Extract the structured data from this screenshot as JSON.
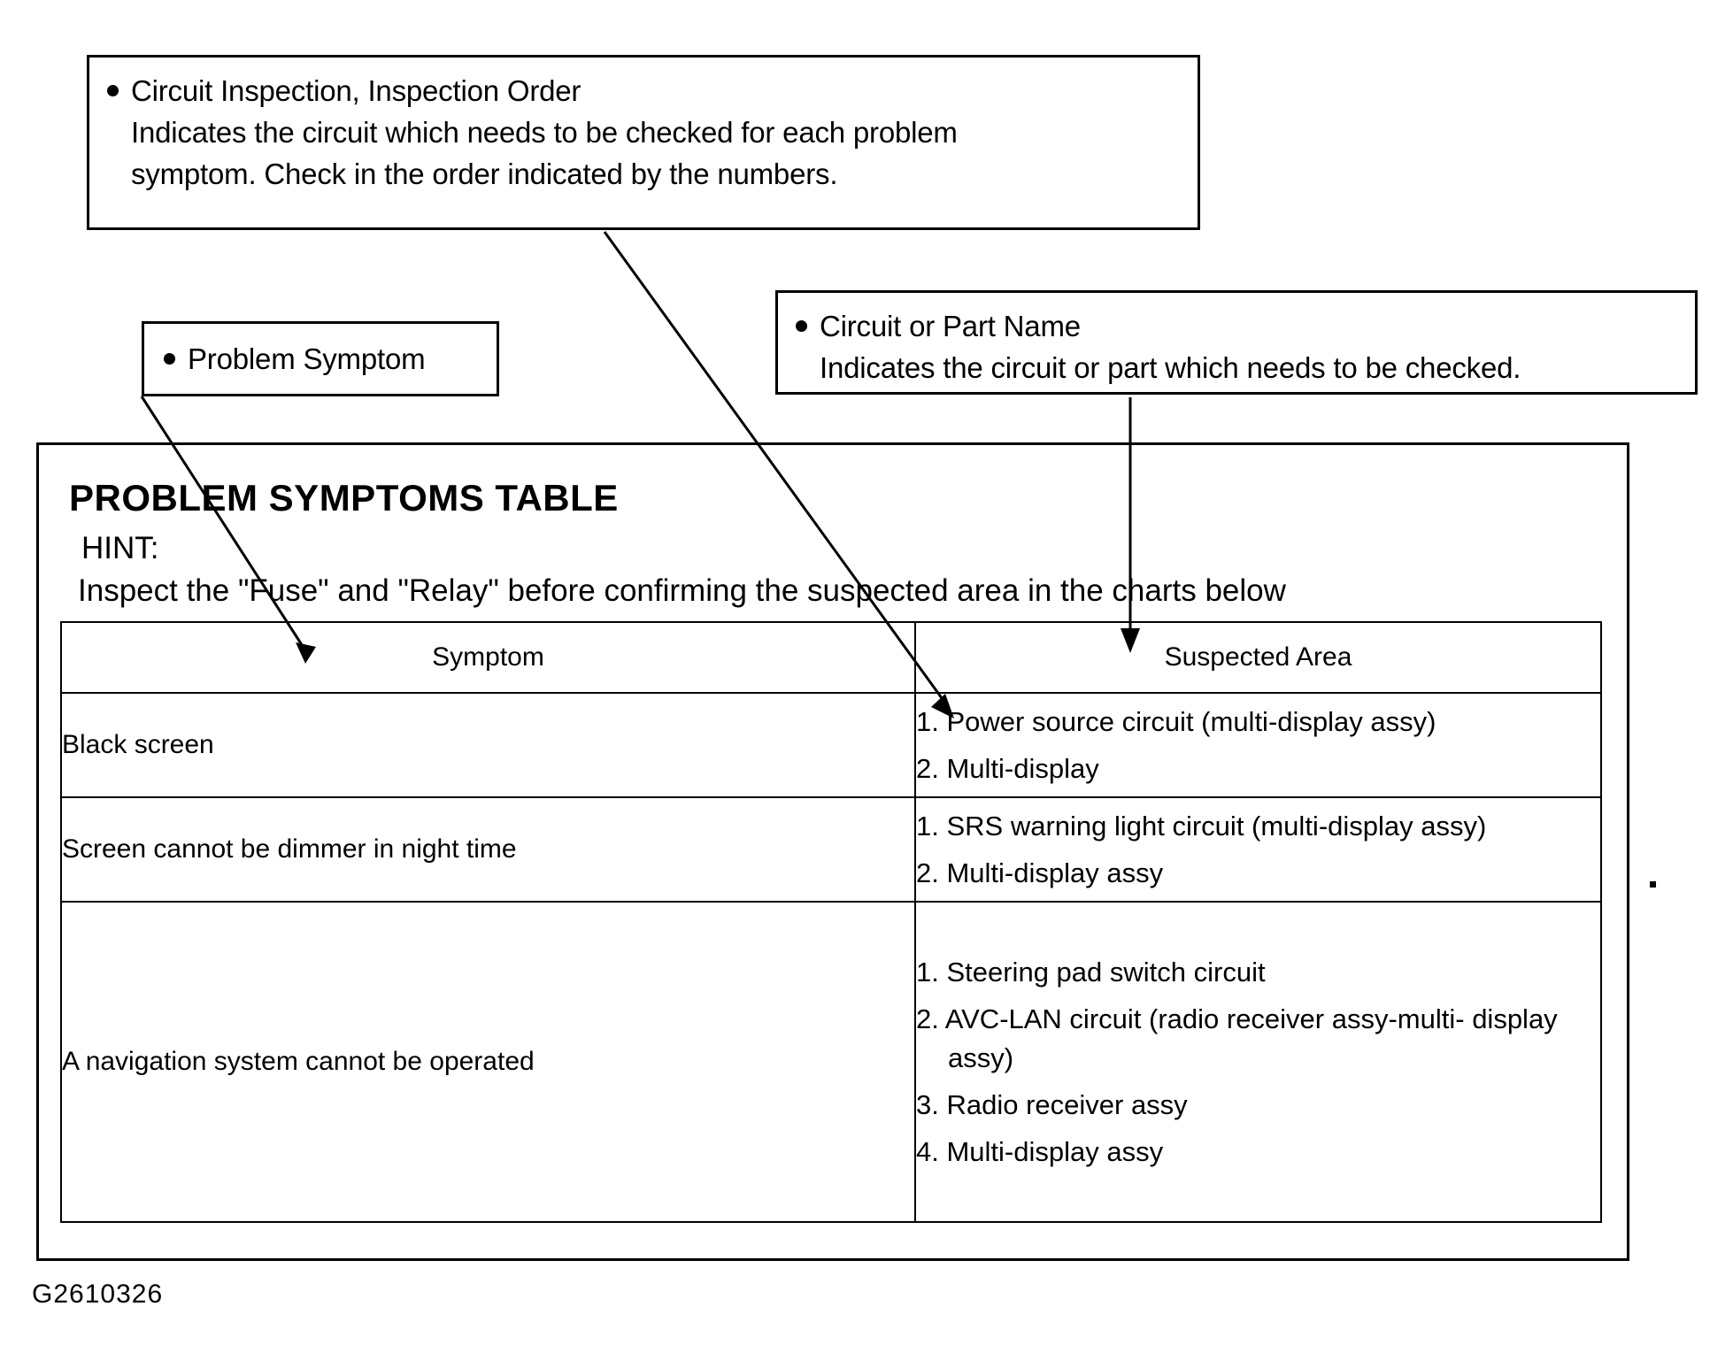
{
  "callouts": {
    "inspection_order": {
      "title": "Circuit Inspection, Inspection Order",
      "line1": "Indicates the circuit which needs to be checked for each problem",
      "line2": "symptom. Check in the order indicated by the numbers."
    },
    "problem_symptom": {
      "title": "Problem Symptom"
    },
    "circuit_part_name": {
      "title": "Circuit or Part Name",
      "line1": "Indicates the circuit or part which needs to be checked."
    }
  },
  "main": {
    "title": "PROBLEM SYMPTOMS TABLE",
    "hint_label": "HINT:",
    "hint_text": "Inspect the \"Fuse\" and \"Relay\" before confirming the suspected area in the charts below"
  },
  "table": {
    "headers": {
      "symptom": "Symptom",
      "suspected_area": "Suspected Area"
    },
    "rows": [
      {
        "symptom": "Black screen",
        "areas": [
          "1. Power source circuit (multi-display assy)",
          "2. Multi-display"
        ]
      },
      {
        "symptom": "Screen cannot be dimmer in night time",
        "areas": [
          "1. SRS warning light circuit (multi-display assy)",
          "2. Multi-display assy"
        ]
      },
      {
        "symptom": "A navigation system cannot be operated",
        "areas": [
          "1. Steering pad switch circuit",
          "2. AVC-LAN circuit (radio receiver assy-multi- display assy)",
          "3. Radio receiver assy",
          "4. Multi-display assy"
        ]
      }
    ]
  },
  "footer": {
    "code": "G2610326"
  },
  "colors": {
    "ink": "#000000",
    "paper": "#ffffff"
  }
}
